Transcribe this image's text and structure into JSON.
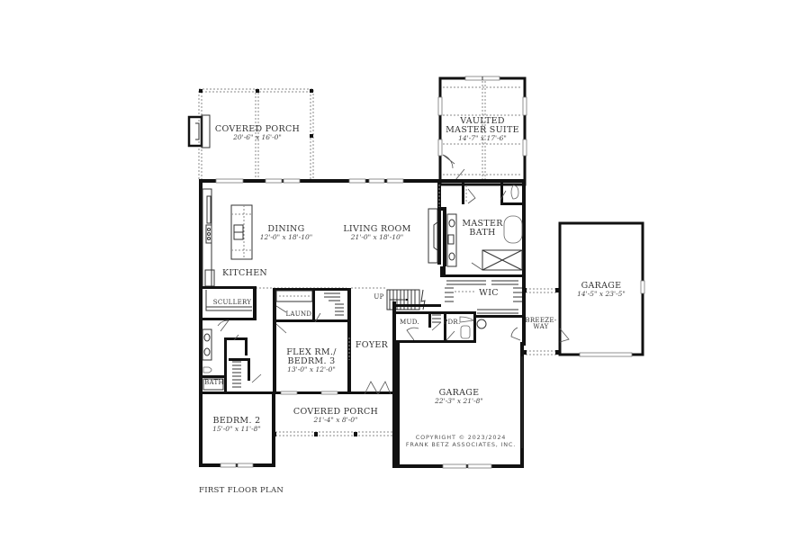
{
  "plan": {
    "title": "FIRST FLOOR PLAN",
    "copyright_line1": "COPYRIGHT © 2023/2024",
    "copyright_line2": "FRANK BETZ ASSOCIATES, INC.",
    "stair_label": "UP",
    "colors": {
      "wall": "#111111",
      "background": "#ffffff",
      "text": "#333333",
      "dotted": "#8a8a8a"
    }
  },
  "rooms": {
    "covered_porch_rear": {
      "name": "COVERED PORCH",
      "dims": "20'-6\" x 16'-0\""
    },
    "master_suite": {
      "name1": "VAULTED",
      "name2": "MASTER SUITE",
      "dims": "14'-7\" x 17'-6\""
    },
    "dining": {
      "name": "DINING",
      "dims": "12'-0\" x 18'-10\""
    },
    "living_room": {
      "name": "LIVING ROOM",
      "dims": "21'-0\" x 18'-10\""
    },
    "master_bath": {
      "name1": "MASTER",
      "name2": "BATH"
    },
    "kitchen": {
      "name": "KITCHEN"
    },
    "wic": {
      "name": "WIC"
    },
    "garage_detached": {
      "name": "GARAGE",
      "dims": "14'-5\" x 23'-5\""
    },
    "scullery": {
      "name": "SCULLERY"
    },
    "laundry": {
      "name": "LAUND."
    },
    "mud": {
      "name": "MUD."
    },
    "powder": {
      "name": "PDR."
    },
    "breezeway": {
      "name1": "BREEZE-",
      "name2": "WAY"
    },
    "flex_room": {
      "name1": "FLEX RM./",
      "name2": "BEDRM. 3",
      "dims": "13'-0\" x 12'-0\""
    },
    "foyer": {
      "name": "FOYER"
    },
    "bath": {
      "name": "BATH"
    },
    "garage_main": {
      "name": "GARAGE",
      "dims": "22'-3\" x 21'-8\""
    },
    "covered_porch_front": {
      "name": "COVERED PORCH",
      "dims": "21'-4\" x 8'-0\""
    },
    "bedroom_2": {
      "name": "BEDRM. 2",
      "dims": "15'-0\" x 11'-8\""
    }
  }
}
